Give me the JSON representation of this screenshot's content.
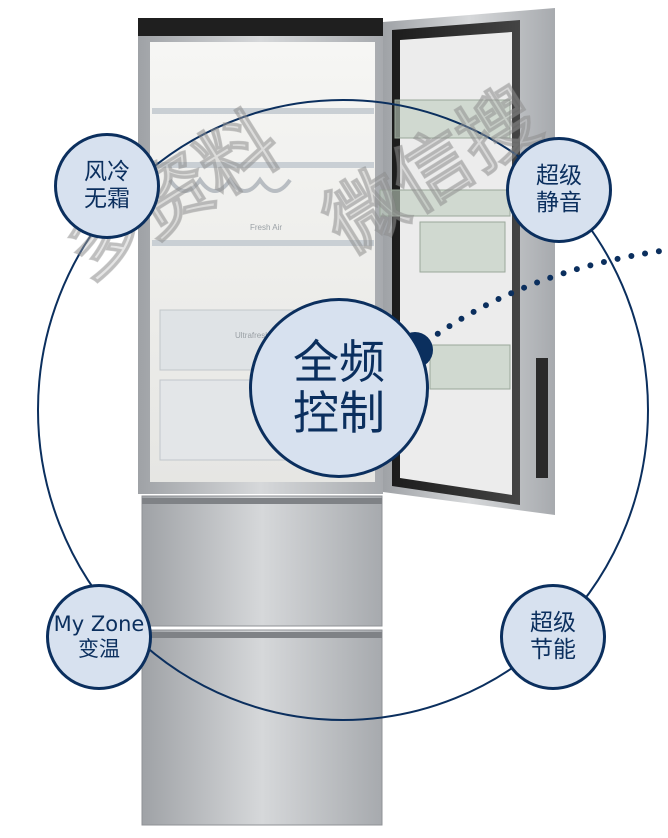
{
  "features": {
    "wind": {
      "line1": "风冷",
      "line2": "无霜"
    },
    "quiet": {
      "line1": "超级",
      "line2": "静音"
    },
    "zone": {
      "line1": "My Zone",
      "line2": "变温"
    },
    "save": {
      "line1": "超级",
      "line2": "节能"
    },
    "center": {
      "line1": "全频",
      "line2": "控制"
    }
  },
  "fridge_labels": {
    "fresh_air": "Fresh Air",
    "ultrafresh": "Ultrafresh Z"
  },
  "watermark": {
    "part1": "多资料",
    "part2": "微信搜"
  },
  "colors": {
    "navy": "#0b2f5e",
    "badge_fill": "#d7e1ef"
  }
}
